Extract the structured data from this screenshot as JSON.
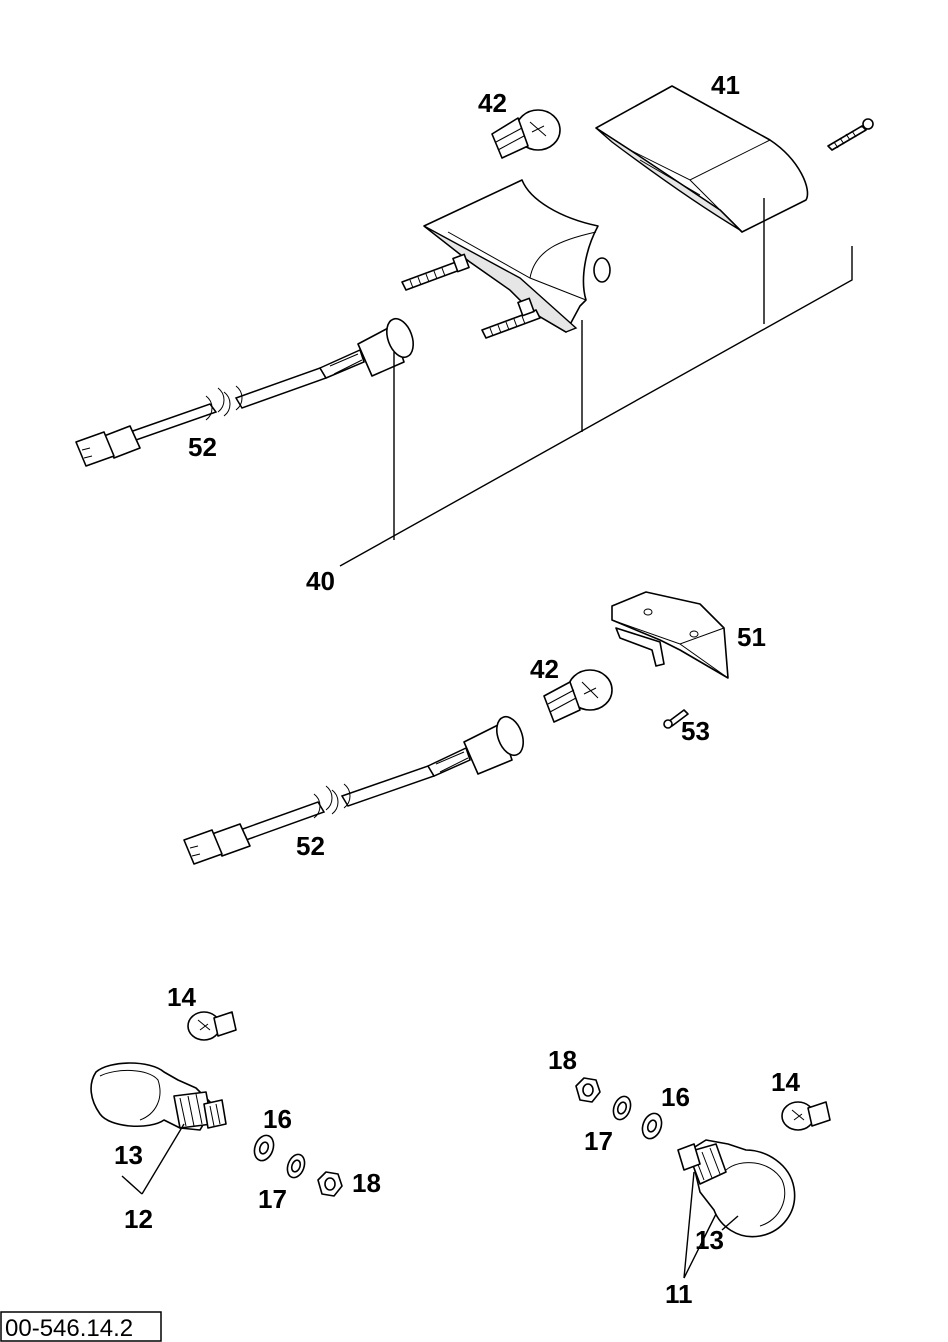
{
  "drawing_ref": "00-546.14.2",
  "labels": {
    "l41": "41",
    "l42a": "42",
    "l52a": "52",
    "l40": "40",
    "l51": "51",
    "l42b": "42",
    "l53": "53",
    "l52b": "52",
    "l14a": "14",
    "l13a": "13",
    "l12": "12",
    "l16a": "16",
    "l17a": "17",
    "l18a": "18",
    "l18b": "18",
    "l17b": "17",
    "l16b": "16",
    "l14b": "14",
    "l13b": "13",
    "l11": "11"
  }
}
